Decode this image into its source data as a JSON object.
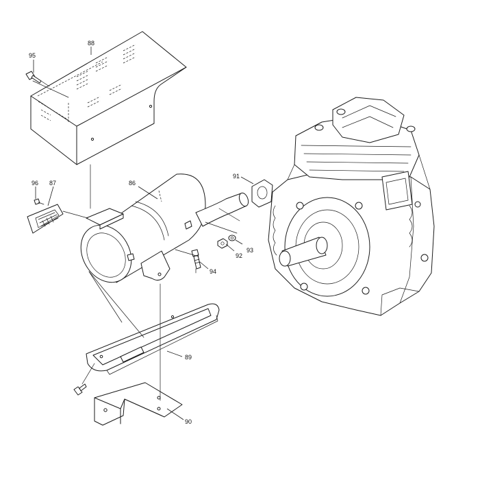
{
  "diagram": {
    "callouts": [
      {
        "id": "p86",
        "label": "86"
      },
      {
        "id": "p87",
        "label": "87"
      },
      {
        "id": "p88",
        "label": "88"
      },
      {
        "id": "p89",
        "label": "89"
      },
      {
        "id": "p90",
        "label": "90"
      },
      {
        "id": "p91",
        "label": "91"
      },
      {
        "id": "p92",
        "label": "92"
      },
      {
        "id": "p93",
        "label": "93"
      },
      {
        "id": "p94",
        "label": "94"
      },
      {
        "id": "p95",
        "label": "95"
      },
      {
        "id": "p96",
        "label": "96"
      }
    ]
  }
}
